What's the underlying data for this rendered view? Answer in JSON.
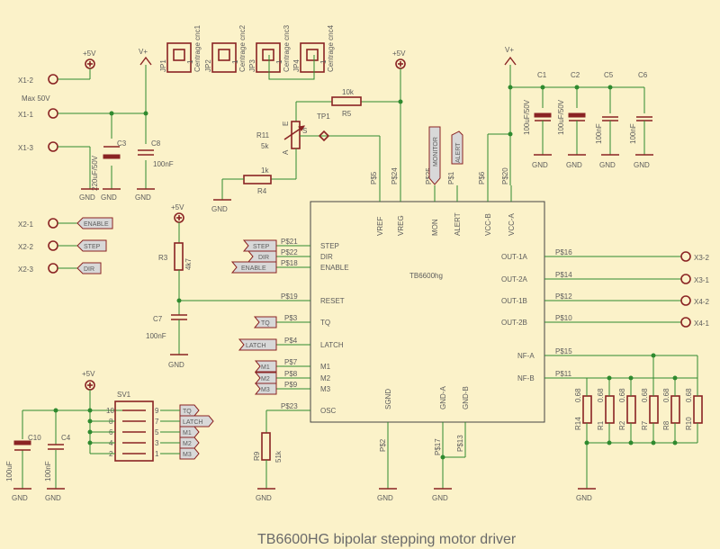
{
  "title": "TB6600HG bipolar stepping motor driver",
  "ic": {
    "name": "TB6600hg",
    "pins_top": [
      {
        "pin": "P$5",
        "fn": "VREF"
      },
      {
        "pin": "P$24",
        "fn": "VREG"
      },
      {
        "pin": "P$25",
        "fn": "MON"
      },
      {
        "pin": "P$1",
        "fn": "ALERT"
      },
      {
        "pin": "P$6",
        "fn": "VCC-B"
      },
      {
        "pin": "P$20",
        "fn": "VCC-A"
      }
    ],
    "pins_left": [
      {
        "pin": "P$21",
        "fn": "STEP"
      },
      {
        "pin": "P$22",
        "fn": "DIR"
      },
      {
        "pin": "P$18",
        "fn": "ENABLE"
      },
      {
        "pin": "P$19",
        "fn": "RESET"
      },
      {
        "pin": "P$3",
        "fn": "TQ"
      },
      {
        "pin": "P$4",
        "fn": "LATCH"
      },
      {
        "pin": "P$7",
        "fn": "M1"
      },
      {
        "pin": "P$8",
        "fn": "M2"
      },
      {
        "pin": "P$9",
        "fn": "M3"
      },
      {
        "pin": "P$23",
        "fn": "OSC"
      }
    ],
    "pins_right": [
      {
        "pin": "P$16",
        "fn": "OUT-1A"
      },
      {
        "pin": "P$14",
        "fn": "OUT-2A"
      },
      {
        "pin": "P$12",
        "fn": "OUT-1B"
      },
      {
        "pin": "P$10",
        "fn": "OUT-2B"
      },
      {
        "pin": "P$15",
        "fn": "NF-A"
      },
      {
        "pin": "P$11",
        "fn": "NF-B"
      }
    ],
    "pins_bottom": [
      {
        "pin": "P$2",
        "fn": "SGND"
      },
      {
        "pin": "P$17",
        "fn": "GND-A"
      },
      {
        "pin": "P$13",
        "fn": "GND-B"
      }
    ]
  },
  "connectors": {
    "x1_2": "X1-2",
    "x1_1": "X1-1",
    "x1_3": "X1-3",
    "x2_1": "X2-1",
    "x2_2": "X2-2",
    "x2_3": "X2-3",
    "x3_2": "X3-2",
    "x3_1": "X3-1",
    "x4_2": "X4-2",
    "x4_1": "X4-1"
  },
  "max_voltage": "Max 50V",
  "supplies": {
    "p5v": "+5V",
    "vplus": "V+",
    "gnd": "GND"
  },
  "jumpers": [
    {
      "ref": "JP1",
      "label": "Centrage cnc1",
      "pin": "1"
    },
    {
      "ref": "JP2",
      "label": "Centrage cnc2",
      "pin": "1"
    },
    {
      "ref": "JP3",
      "label": "Centrage cnc3",
      "pin": "1"
    },
    {
      "ref": "JP4",
      "label": "Centrage cnc4",
      "pin": "1"
    }
  ],
  "parts": {
    "r5": {
      "ref": "R5",
      "value": "10k"
    },
    "r4": {
      "ref": "R4",
      "value": "1k"
    },
    "r11": {
      "ref": "R11",
      "value": "5k",
      "pin_e": "E",
      "pin_a": "A",
      "pin_s": "S"
    },
    "tp1": {
      "ref": "TP1"
    },
    "r3": {
      "ref": "R3",
      "value": "4k7"
    },
    "r9": {
      "ref": "R9",
      "value": "51k"
    },
    "c3": {
      "ref": "C3",
      "value": "220uF/50V"
    },
    "c8": {
      "ref": "C8",
      "value": "100nF"
    },
    "c7": {
      "ref": "C7",
      "value": "100nF"
    },
    "c1": {
      "ref": "C1",
      "value": "100uF/50V"
    },
    "c2": {
      "ref": "C2",
      "value": "100uF/50V"
    },
    "c5": {
      "ref": "C5",
      "value": "100nF"
    },
    "c6": {
      "ref": "C6",
      "value": "100nF"
    },
    "c10": {
      "ref": "C10",
      "value": "100uF"
    },
    "c4": {
      "ref": "C4",
      "value": "100nF"
    },
    "sv1": {
      "ref": "SV1"
    },
    "r14": {
      "ref": "R14",
      "value": "0.68"
    },
    "r1": {
      "ref": "R1",
      "value": "0.68"
    },
    "r2": {
      "ref": "R2",
      "value": "0.68"
    },
    "r7": {
      "ref": "R7",
      "value": "0.68"
    },
    "r8": {
      "ref": "R8",
      "value": "0.68"
    },
    "r10": {
      "ref": "R10",
      "value": "0.68"
    }
  },
  "flags": {
    "enable": "ENABLE",
    "step": "STEP",
    "dir": "DIR",
    "monitor": "MONITOR",
    "alert": "ALERT",
    "tq": "TQ",
    "latch": "LATCH",
    "m1": "M1",
    "m2": "M2",
    "m3": "M3"
  },
  "header_pins": [
    "10",
    "9",
    "8",
    "7",
    "6",
    "5",
    "4",
    "3",
    "2",
    "1"
  ]
}
